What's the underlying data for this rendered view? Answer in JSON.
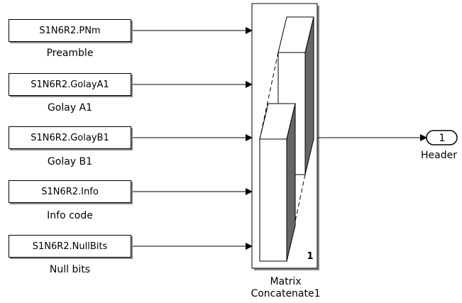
{
  "constants": [
    {
      "value": "S1N6R2.PNm",
      "label": "Preamble"
    },
    {
      "value": "S1N6R2.GolayA1",
      "label": "Golay A1"
    },
    {
      "value": "S1N6R2.GolayB1",
      "label": "Golay B1"
    },
    {
      "value": "S1N6R2.Info",
      "label": "Info code"
    },
    {
      "value": "S1N6R2.NullBits",
      "label": "Null bits"
    }
  ],
  "concat": {
    "name_line1": "Matrix",
    "name_line2": "Concatenate1",
    "dim": "1"
  },
  "outport": {
    "number": "1",
    "label": "Header"
  },
  "colors": {
    "block_shadow": "#8a8a8a",
    "face_dark": "#666666"
  }
}
